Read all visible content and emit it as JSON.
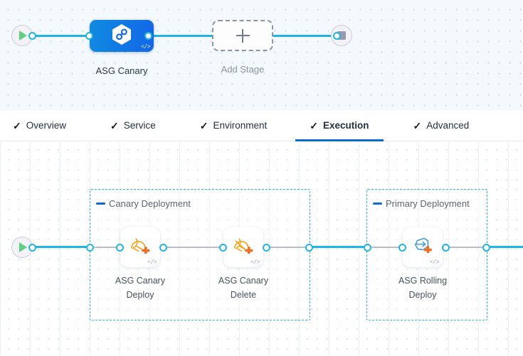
{
  "stage_canvas": {
    "start_node": {
      "icon": "play-icon",
      "name": "pipeline-start"
    },
    "end_node": {
      "icon": "stop-icon",
      "name": "pipeline-end"
    },
    "stage": {
      "label": "ASG Canary",
      "icon": "asg-hexagon-infinity-icon",
      "code_badge": "</>",
      "color": "#1368e6"
    },
    "add_stage": {
      "label": "Add Stage",
      "icon": "plus-icon"
    }
  },
  "tabs": {
    "check_glyph": "✓",
    "items": [
      {
        "label": "Overview",
        "active": false
      },
      {
        "label": "Service",
        "active": false
      },
      {
        "label": "Environment",
        "active": false
      },
      {
        "label": "Execution",
        "active": true
      },
      {
        "label": "Advanced",
        "active": false
      }
    ],
    "active_underline_color": "#0b6ad3"
  },
  "execution_canvas": {
    "start_node": {
      "icon": "play-icon",
      "name": "execution-start"
    },
    "groups": [
      {
        "label": "Canary Deployment",
        "steps": [
          {
            "label": "ASG Canary Deploy",
            "line1": "ASG Canary",
            "line2": "Deploy",
            "icon": "asg-canary-deploy-icon",
            "code_badge": "</>"
          },
          {
            "label": "ASG Canary Delete",
            "line1": "ASG Canary",
            "line2": "Delete",
            "icon": "asg-canary-delete-icon",
            "code_badge": "</>"
          }
        ]
      },
      {
        "label": "Primary Deployment",
        "steps": [
          {
            "label": "ASG Rolling Deploy",
            "line1": "ASG Rolling",
            "line2": "Deploy",
            "icon": "asg-rolling-deploy-icon",
            "code_badge": "</>"
          }
        ]
      }
    ]
  },
  "colors": {
    "edge_blue": "#21b5e5",
    "group_border": "#2cb7e8",
    "dashed_connector": "#b6bec9",
    "canvas_top_bg": "#f3f9fd",
    "icon_orange": "#f5a623",
    "icon_plus_orange": "#f26c21",
    "icon_blue": "#4a9fd8"
  }
}
